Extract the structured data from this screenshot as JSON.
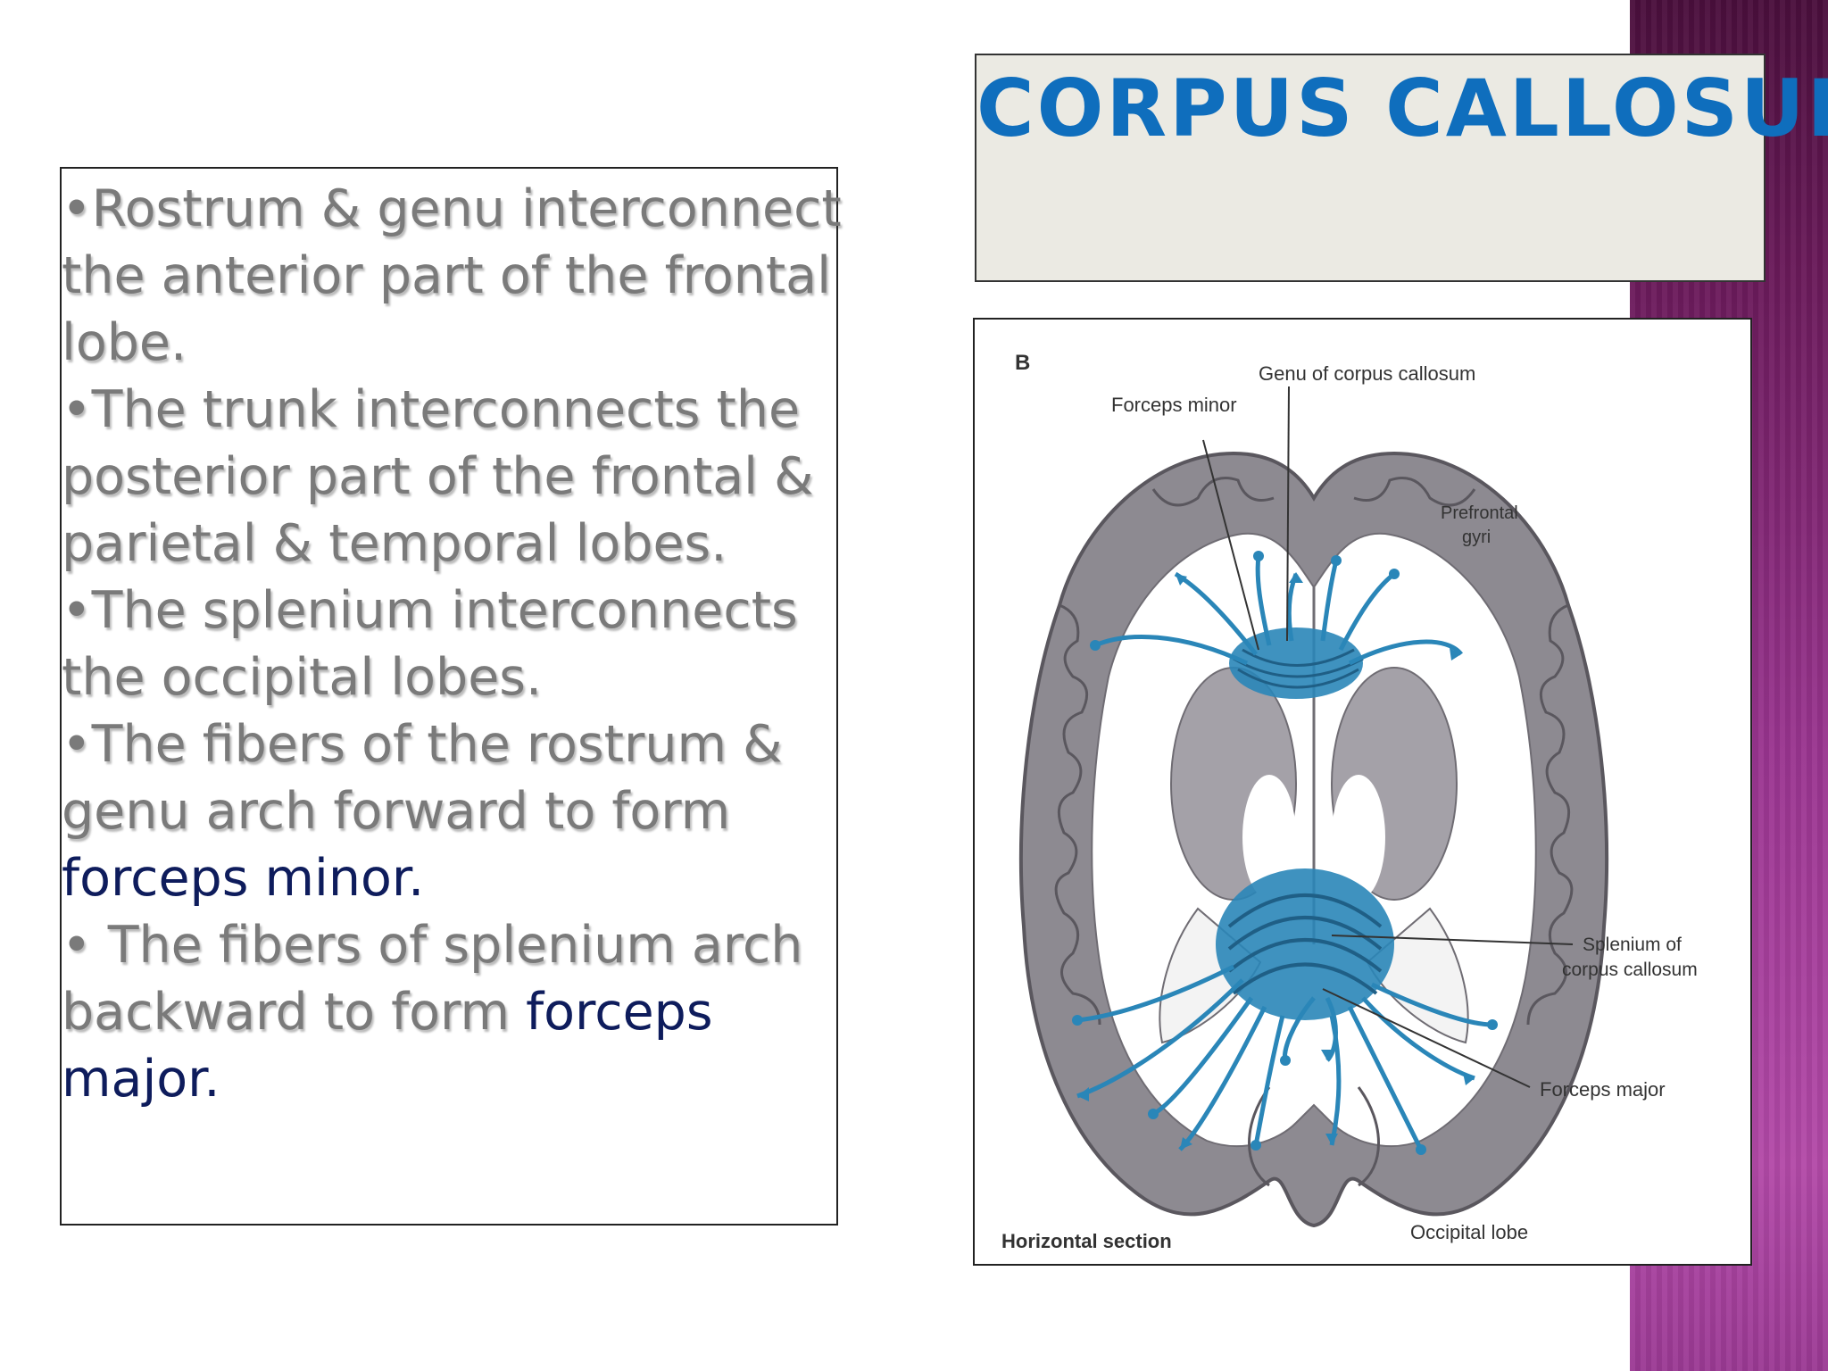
{
  "slide": {
    "title": "CORPUS CALLOSUM",
    "bullets": [
      {
        "text": "•Rostrum & genu interconnect the anterior part of the frontal lobe."
      },
      {
        "text": "•The trunk interconnects the posterior part of the frontal & parietal & temporal lobes."
      },
      {
        "text": "•The splenium interconnects the occipital lobes."
      },
      {
        "text": "•The fibers of the rostrum & genu arch forward to form ",
        "highlight": "forceps minor."
      },
      {
        "text": "• The fibers of splenium arch backward to form ",
        "highlight": "forceps major."
      }
    ]
  },
  "figure": {
    "panel_letter": "B",
    "labels": {
      "genu": "Genu of corpus callosum",
      "forceps_minor": "Forceps minor",
      "prefrontal_line1": "Prefrontal",
      "prefrontal_line2": "gyri",
      "splenium_line1": "Splenium of",
      "splenium_line2": "corpus callosum",
      "forceps_major": "Forceps major",
      "horizontal_section": "Horizontal section",
      "occipital_lobe": "Occipital lobe"
    }
  },
  "colors": {
    "title": "#0f6ebd",
    "bullet_text": "#7a7a7a",
    "highlight_text": "#0e1c5c",
    "fiber_blue": "#2a86b8",
    "brain_gray": "#8d8a91",
    "side_band": "#9a3590"
  }
}
